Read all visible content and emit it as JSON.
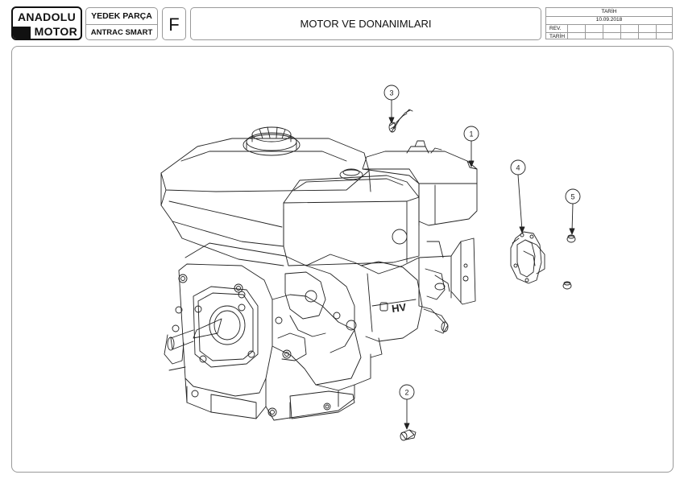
{
  "header": {
    "logo_line1": "ANADOLU",
    "logo_line2": "MOTOR",
    "category": "YEDEK PARÇA",
    "model": "ANTRAC SMART",
    "section_letter": "F",
    "title": "MOTOR VE DONANIMLARI",
    "date_label": "TARİH",
    "date_value": "10.09.2018",
    "rev_label": "REV.",
    "rev_date_label": "TARİH"
  },
  "callouts": [
    "1",
    "2",
    "3",
    "4",
    "5"
  ],
  "engine_brand": "HV"
}
